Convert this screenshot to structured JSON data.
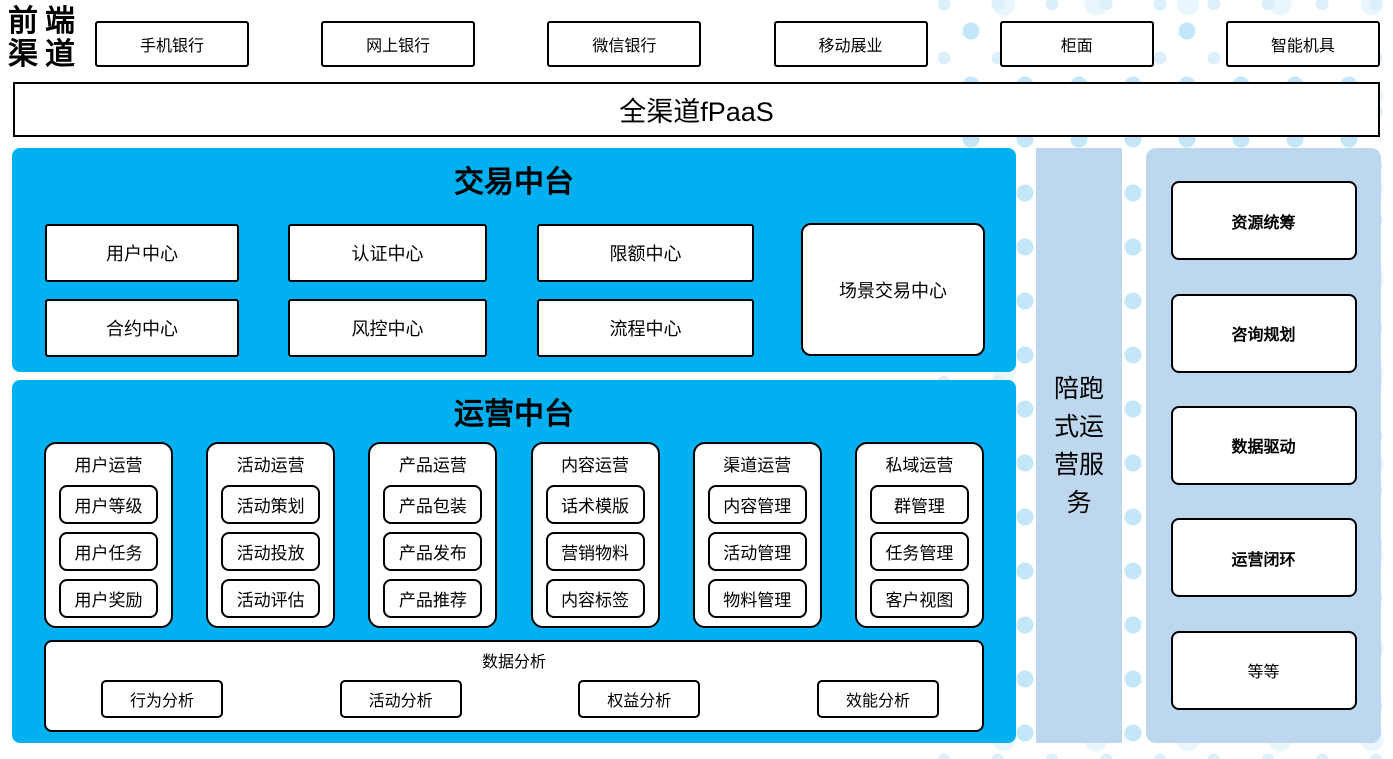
{
  "frontend": {
    "label": "前端渠道",
    "channels": [
      "手机银行",
      "网上银行",
      "微信银行",
      "移动展业",
      "柜面",
      "智能机具"
    ]
  },
  "fpaas": {
    "label": "全渠道fPaaS"
  },
  "trade": {
    "title": "交易中台",
    "row1": [
      "用户中心",
      "认证中心",
      "限额中心"
    ],
    "row2": [
      "合约中心",
      "风控中心",
      "流程中心"
    ],
    "scene_center": "场景交易中心"
  },
  "ops": {
    "title": "运营中台",
    "groups": [
      {
        "title": "用户运营",
        "items": [
          "用户等级",
          "用户任务",
          "用户奖励"
        ]
      },
      {
        "title": "活动运营",
        "items": [
          "活动策划",
          "活动投放",
          "活动评估"
        ]
      },
      {
        "title": "产品运营",
        "items": [
          "产品包装",
          "产品发布",
          "产品推荐"
        ]
      },
      {
        "title": "内容运营",
        "items": [
          "话术模版",
          "营销物料",
          "内容标签"
        ]
      },
      {
        "title": "渠道运营",
        "items": [
          "内容管理",
          "活动管理",
          "物料管理"
        ]
      },
      {
        "title": "私域运营",
        "items": [
          "群管理",
          "任务管理",
          "客户视图"
        ]
      }
    ],
    "analysis": {
      "title": "数据分析",
      "items": [
        "行为分析",
        "活动分析",
        "权益分析",
        "效能分析"
      ]
    }
  },
  "accompany": {
    "label": "陪跑式运营服务"
  },
  "services": {
    "items": [
      "资源统筹",
      "咨询规划",
      "数据驱动",
      "运营闭环",
      "等等"
    ]
  },
  "colors": {
    "primary": "#00B0F0",
    "panel": "#BDD7EE",
    "dots": "#C3E6F8"
  }
}
